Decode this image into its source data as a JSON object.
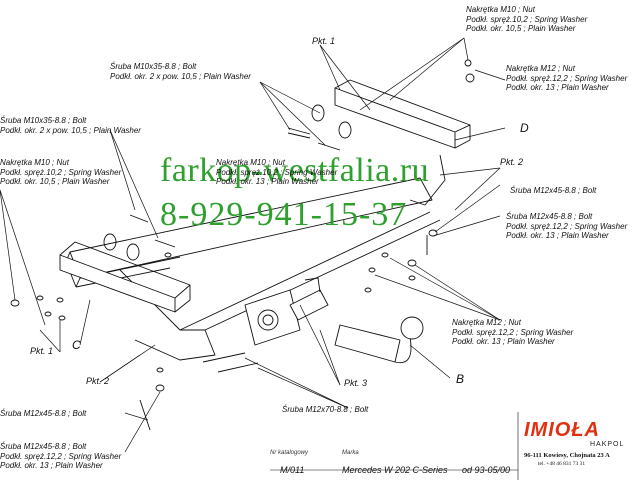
{
  "labels": {
    "nut_top": [
      "Nakrętka  M10 ; Nut",
      "Podkł. spręż.10,2 ; Spring Washer",
      "Podkł. okr. 10,5 ; Plain Washer"
    ],
    "nut_top_right": [
      "Nakrętka  M12 ; Nut",
      "Podkł. spręż.12,2 ; Spring Washer",
      "Podkł. okr. 13 ; Plain Washer"
    ],
    "bolt_top_mid": [
      "Śruba M10x35-8.8 ;  Bolt",
      "Podkł. okr. 2 x pow.  10,5 ; Plain Washer"
    ],
    "bolt_left": [
      "Śruba M10x35-8.8 ;  Bolt",
      "Podkł. okr. 2 x pow.  10,5 ; Plain Washer"
    ],
    "nut_left": [
      "Nakrętka  M10 ; Nut",
      "Podkł. spręż.10,2 ; Spring Washer",
      "Podkł. okr. 10,5 ; Plain Washer"
    ],
    "nut_center": [
      "Nakrętka  M10 ; Nut",
      "Podkł. spręż.10,2 ; Spring Washer",
      "Podkł. okr. 13 ; Plain Washer"
    ],
    "bolt_right1": "Śruba M12x45-8.8 ;  Bolt",
    "bolt_right2": [
      "Śruba M12x45-8.8 ;  Bolt",
      "Podkł. spręż.12,2 ; Spring Washer",
      "Podkł. okr. 13 ; Plain Washer"
    ],
    "nut_right_low": [
      "Nakrętka  M12 ; Nut",
      "Podkł. spręż.12,2 ; Spring Washer",
      "Podkł. okr. 13 ; Plain Washer"
    ],
    "bolt_bottom_left": "Śruba M12x45-8.8 ;  Bolt",
    "bolt_bottom_left2": [
      "Śruba M12x45-8.8 ;  Bolt",
      "Podkł. spręż.12,2 ; Spring Washer",
      "Podkł. okr. 13 ; Plain Washer"
    ],
    "bolt_bottom_mid": "Śruba M12x70-8.8 ;  Bolt",
    "pkt1_top": "Pkt. 1",
    "pkt1_left": "Pkt. 1",
    "pkt2_right": "Pkt. 2",
    "pkt2_left": "Pkt. 2",
    "pkt3": "Pkt. 3",
    "letter_b": "B",
    "letter_c": "C",
    "letter_d": "D"
  },
  "watermark": {
    "site": "farkop-westfalia.ru",
    "phone": "8-929-941-15-37",
    "color": "#2ea02e"
  },
  "footer": {
    "catalog_header": "Nr katalogowy",
    "catalog_number": "M/011",
    "brand_header": "Marka",
    "model": "Mercedes W 202 C-Series",
    "years": "od 93-05/00"
  },
  "company": {
    "logo": "IMIOŁA",
    "subtitle": "HAKPOL",
    "address": "96-111 Kowiesy, Chojnata 23 A",
    "phone": "tel. +48 46 831 73 31",
    "logo_color": "#e03010"
  }
}
